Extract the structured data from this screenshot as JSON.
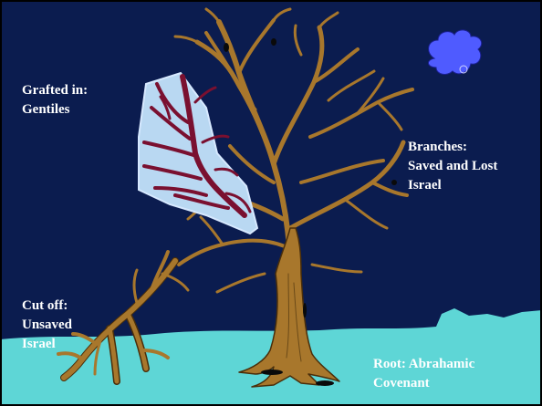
{
  "colors": {
    "background": "#0b1c4f",
    "ground": "#5ed6d6",
    "tree": "#a8772c",
    "tree_outline": "#4a2e0a",
    "graft_patch": "#b9d8f2",
    "graft_branch": "#7a1030",
    "cloud": "#4f5bff",
    "frame": "#000000"
  },
  "icons": {
    "tree": "olive-tree-icon",
    "cloud": "cloud-icon",
    "cut_branch": "broken-branch-icon",
    "graft": "grafted-branch-icon"
  },
  "labels": {
    "grafted": {
      "line1": "Grafted in:",
      "line2": "Gentiles"
    },
    "branches": {
      "line1": "Branches:",
      "line2": "Saved and Lost",
      "line3": "Israel"
    },
    "cut_off": {
      "line1": "Cut off:",
      "line2": "Unsaved",
      "line3": "Israel"
    },
    "root": {
      "line1": "Root: Abrahamic",
      "line2": "Covenant"
    }
  }
}
